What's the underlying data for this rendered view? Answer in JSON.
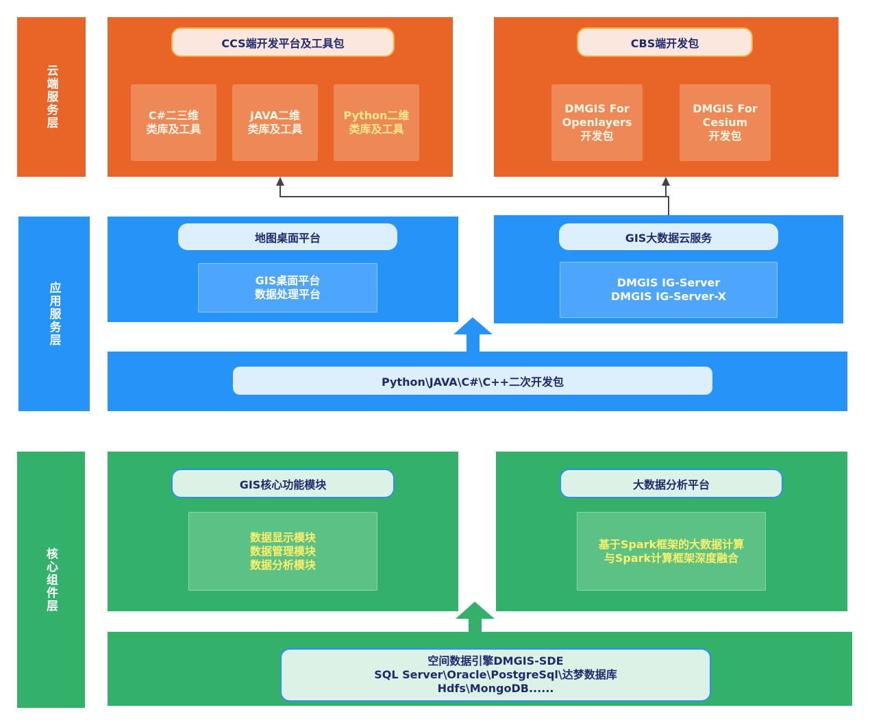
{
  "layers": {
    "cloud_label": "云端服务层",
    "app_label": "应用服务层",
    "core_label": "核心组件层"
  },
  "cloud": {
    "ccs_title": "CCS端开发平台及工具包",
    "ccs_items": [
      "C#二三维\n类库及工具",
      "JAVA二维\n类库及工具",
      "Python二维\n类库及工具"
    ],
    "cbs_title": "CBS端开发包",
    "cbs_items": [
      "DMGIS For\nOpenlayers\n开发包",
      "DMGIS For\nCesium\n开发包"
    ]
  },
  "app": {
    "desktop_title": "地图桌面平台",
    "desktop_item": "GIS桌面平台\n数据处理平台",
    "bigdata_title": "GIS大数据云服务",
    "bigdata_item": "DMGIS IG-Server\nDMGIS IG-Server-X",
    "sdk_title": "Python\\JAVA\\C#\\C++二次开发包"
  },
  "core": {
    "gis_title": "GIS核心功能模块",
    "gis_item": "数据显示模块\n数据管理模块\n数据分析模块",
    "analysis_title": "大数据分析平台",
    "analysis_item": "基于Spark框架的大数据计算\n与Spark计算框架深度融合",
    "engine_lines": [
      "空间数据引擎DMGIS-SDE",
      "SQL Server\\Oracle\\PostgreSql\\达梦数据库",
      "Hdfs\\MongoDB......"
    ]
  },
  "colors": {
    "orange": "#e96527",
    "blue": "#2593f8",
    "green": "#33b16a",
    "title_text": "#1e2a6e"
  }
}
